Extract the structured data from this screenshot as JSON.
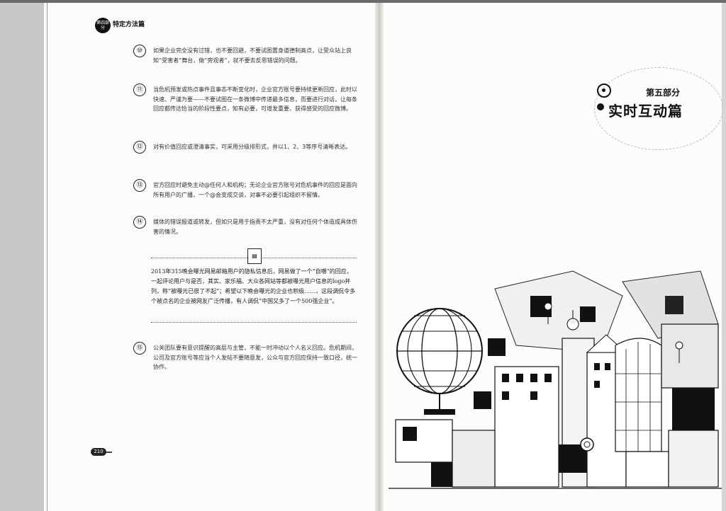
{
  "header": {
    "logo_text": "第四部分",
    "running_title": "特定方法篇"
  },
  "items": [
    {
      "num": "⑩",
      "text": "如果企业完全没有过错，也不要回避，不要试图置身道德制高点，让受众站上良知“受害者”舞台，做“旁观者”，就不要去反思错误的问题。"
    },
    {
      "num": "⑪",
      "text": "当危机预发或热点事件且事态不断变化时，企业官方账号要持续更新回应，此时以快速、严谨为要——不要试图在一条微博中传递最多信息，而要进行对话，让每条回应都传达恰当的阶段性要点，知有必要，可增发重要、获得感受的回应微博。"
    },
    {
      "num": "⑫",
      "text": "对有价值回应或澄清事实，可采用分级排形式，并以1、2、3等序号清晰表达。"
    },
    {
      "num": "⑬",
      "text": "官方回应时避免主动@任何人和机构；无论企业官方账号对危机事件的回应是面向所有用户的广播，一个@会变成交谈，对事不必要引起组织不留情。"
    },
    {
      "num": "⑭",
      "text": "媒体的错误报道或转发，但如只是用于指责不太严重，没有对任何个体造成具体伤害的情况。"
    },
    {
      "num": "⑮",
      "text": "公关团队要有意识提醒的高层与主管，不能一时冲动以个人名义回应。危机期间，公司及官方账号等应当个人发帖不要随意发，公众与官方回应保持一致口径，统一协作。"
    }
  ],
  "box_text": "2013年315晚会曝光网易邮箱用户的隐私信息后，网易做了一个“自嘲”的回应，一起评论用户与是否，其实、家乐福、大众各网站等都被曝光用户信息的logo并列，称“被曝光已很了不起”；希望以下晚会曝光的企业也积极……，这段调侃令多个被点名的企业被网友广泛传播，有人调侃“中国又多了一个500强企业”。",
  "page_number": "210",
  "section": {
    "label": "第五部分",
    "title": "实时互动篇"
  }
}
